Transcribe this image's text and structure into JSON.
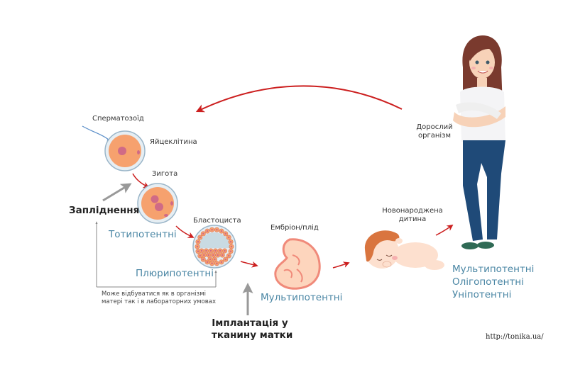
{
  "labels": {
    "sperm": "Сперматозоїд",
    "egg": "Яйцеклітина",
    "zygote": "Зигота",
    "blastocyst": "Бластоциста",
    "embryo": "Ембріон/плід",
    "newborn_line1": "Новонароджена",
    "newborn_line2": "дитина",
    "adult_line1": "Дорослий",
    "adult_line2": "організм"
  },
  "processes": {
    "fertilization": "Запліднення",
    "implantation_line1": "Імплантація у",
    "implantation_line2": "тканину матки",
    "note_line1": "Може відбуватися як в організмі",
    "note_line2": "матері так і в лабораторних умовах"
  },
  "potency": {
    "totipotent": "Тотипотентні",
    "pluripotent": "Плюрипотентні",
    "multipotent": "Мультипотентні",
    "adult": [
      "Мультипотентні",
      "Олігопотентні",
      "Уніпотентні"
    ]
  },
  "source_url": "http://tonika.ua/",
  "colors": {
    "arrow_red": "#cc1f1f",
    "potency_blue": "#4a86a4",
    "cell_orange": "#f6a16e",
    "cell_border": "#9bb6c9",
    "embryo_pink": "#f08a7a",
    "gray_arrow": "#999999"
  }
}
